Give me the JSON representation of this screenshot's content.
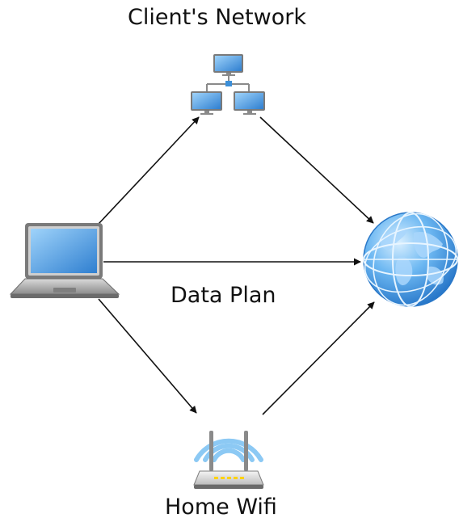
{
  "diagram": {
    "labels": {
      "client_network": "Client's Network",
      "data_plan": "Data Plan",
      "home_wifi": "Home Wifi"
    },
    "nodes": [
      {
        "id": "laptop",
        "icon": "laptop-icon"
      },
      {
        "id": "client_network",
        "icon": "network-computers-icon"
      },
      {
        "id": "home_wifi",
        "icon": "wifi-router-icon"
      },
      {
        "id": "internet",
        "icon": "globe-icon"
      }
    ],
    "edges": [
      {
        "from": "laptop",
        "to": "client_network"
      },
      {
        "from": "client_network",
        "to": "internet"
      },
      {
        "from": "laptop",
        "to": "internet",
        "label": "Data Plan"
      },
      {
        "from": "laptop",
        "to": "home_wifi"
      },
      {
        "from": "home_wifi",
        "to": "internet"
      }
    ],
    "colors": {
      "arrow": "#111111",
      "screen_blue": "#4a9fe0",
      "globe_blue": "#3b8fe0",
      "wifi_waves": "#7cc1f2",
      "router_leds": "#ffd200"
    }
  }
}
